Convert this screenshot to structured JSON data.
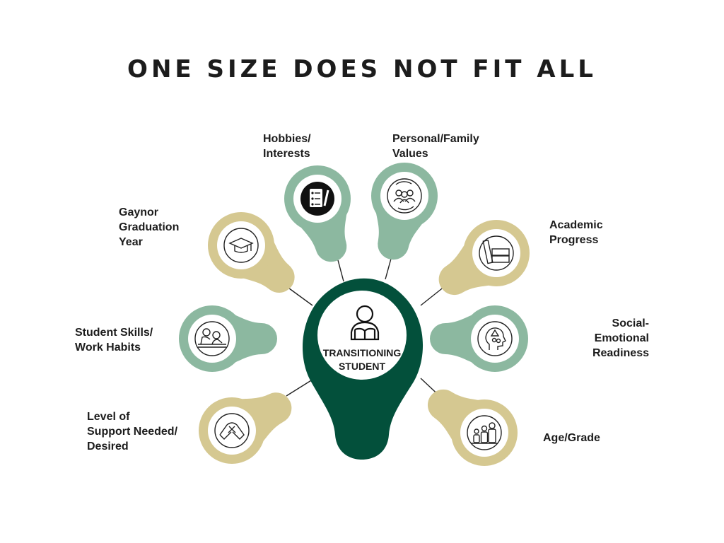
{
  "title": "ONE SIZE DOES NOT FIT ALL",
  "center": {
    "label_line1": "TRANSITIONING",
    "label_line2": "STUDENT",
    "icon": "student-reading-icon",
    "color": "#03503b"
  },
  "colors": {
    "sage": "#8cb8a0",
    "tan": "#d5c891",
    "dark_green": "#03503b"
  },
  "nodes": [
    {
      "id": "hobbies",
      "label": "Hobbies/\nInterests",
      "icon": "checklist-icon",
      "color": "sage"
    },
    {
      "id": "values",
      "label": "Personal/Family\nValues",
      "icon": "family-cycle-icon",
      "color": "sage"
    },
    {
      "id": "graduation",
      "label": "Gaynor\nGraduation\nYear",
      "icon": "graduation-cap-icon",
      "color": "tan"
    },
    {
      "id": "academic",
      "label": "Academic\nProgress",
      "icon": "books-icon",
      "color": "tan"
    },
    {
      "id": "skills",
      "label": "Student Skills/\nWork Habits",
      "icon": "study-desk-icon",
      "color": "sage"
    },
    {
      "id": "social",
      "label": "Social-\nEmotional\nReadiness",
      "icon": "head-mind-icon",
      "color": "sage"
    },
    {
      "id": "support",
      "label": "Level of\nSupport Needed/\nDesired",
      "icon": "handshake-icon",
      "color": "tan"
    },
    {
      "id": "age",
      "label": "Age/Grade",
      "icon": "age-growth-icon",
      "color": "tan"
    }
  ]
}
